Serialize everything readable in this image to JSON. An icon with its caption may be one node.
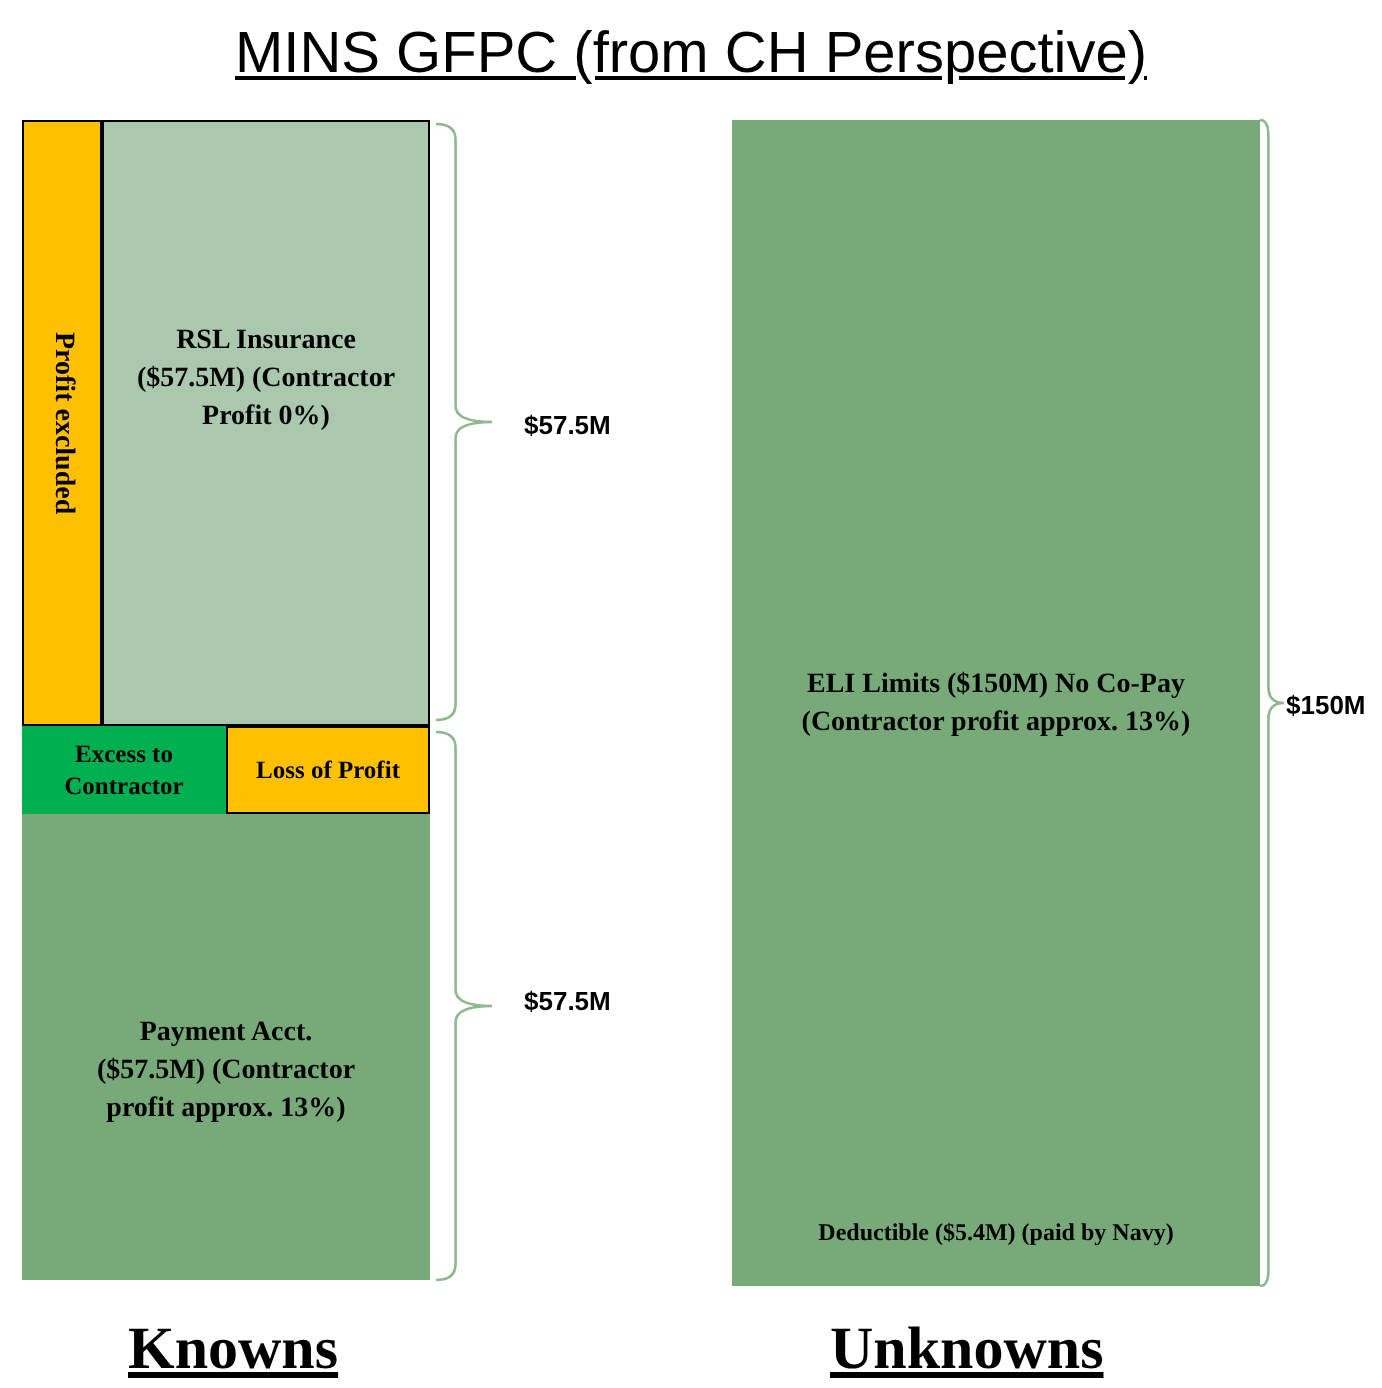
{
  "diagram": {
    "title": "MINS GFPC (from CH Perspective)",
    "nodes": [
      {
        "text": [
          "Profit excluded"
        ]
      },
      {
        "text": [
          "RSL Insurance ($57.5M) (Contractor Profit 0%)"
        ]
      },
      {
        "text": [
          "Excess to Contractor"
        ]
      },
      {
        "text": [
          "Loss of Profit"
        ]
      },
      {
        "text": [
          "Payment Acct. ($57.5M) (Contractor profit approx. 13%)"
        ]
      },
      {
        "text": [
          "ELI Limits ($150M) No Co-Pay (Contractor profit approx. 13%)",
          "Deductible ($5.4M) (paid by Navy)"
        ]
      }
    ],
    "labels": [
      "$57.5M",
      "$57.5M",
      "$150M",
      "Knowns",
      "Unknowns"
    ]
  }
}
